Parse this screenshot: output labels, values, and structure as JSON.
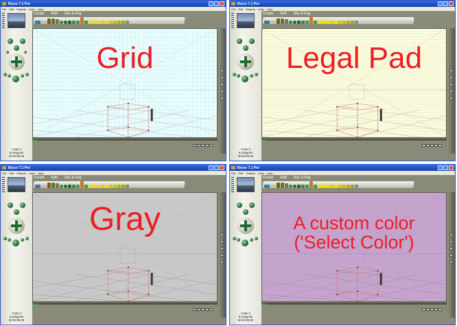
{
  "app": {
    "title": "Bryce 7.1 Pro",
    "menu": [
      "File",
      "Edit",
      "Objects",
      "Links",
      "Help"
    ],
    "palette_tabs": [
      "Create",
      "Edit",
      "Sky & Fog"
    ],
    "status": {
      "object_name": "Cube 3",
      "polygons": "6 polygons",
      "timecode": "00:00:00.00"
    }
  },
  "panels": [
    {
      "id": "grid",
      "label": "Grid",
      "background": "#eafcfc",
      "grid_color": "#a8e8ee",
      "style": "grid"
    },
    {
      "id": "legal-pad",
      "label": "Legal Pad",
      "background": "#fafcde",
      "grid_color": "#dcdcb8",
      "style": "lines"
    },
    {
      "id": "gray",
      "label": "Gray",
      "background": "#c8c8c8",
      "grid_color": "#c8c8c8",
      "style": "plain"
    },
    {
      "id": "custom",
      "label_line1": "A custom color",
      "label_line2": "('Select Color')",
      "background": "#c4a4cc",
      "grid_color": "#c4a4cc",
      "style": "plain"
    }
  ],
  "colors": {
    "label_red": "#ee1c24",
    "title_blue": "#1e50c8",
    "cube_wire": "#e07070"
  }
}
